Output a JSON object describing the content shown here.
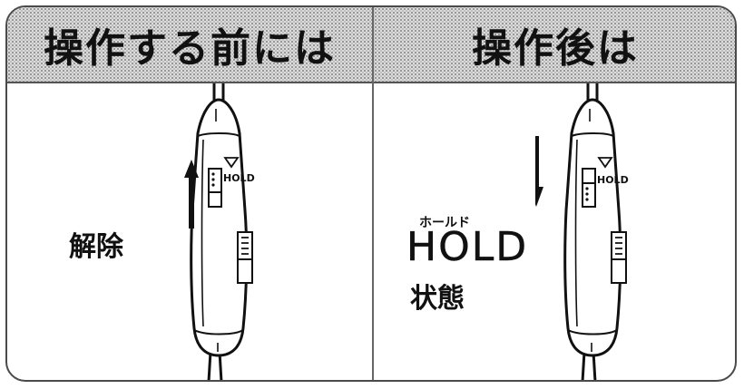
{
  "header": {
    "left_title": "操作する前には",
    "right_title": "操作後は"
  },
  "left_panel": {
    "label": "解除",
    "device_hold_text": "HOLD",
    "arrow_direction": "up",
    "slider_position": "top"
  },
  "right_panel": {
    "hold_ruby": "ホールド",
    "hold_label": "HOLD",
    "state_label": "状態",
    "device_hold_text": "HOLD",
    "arrow_direction": "down",
    "slider_position": "bottom"
  }
}
